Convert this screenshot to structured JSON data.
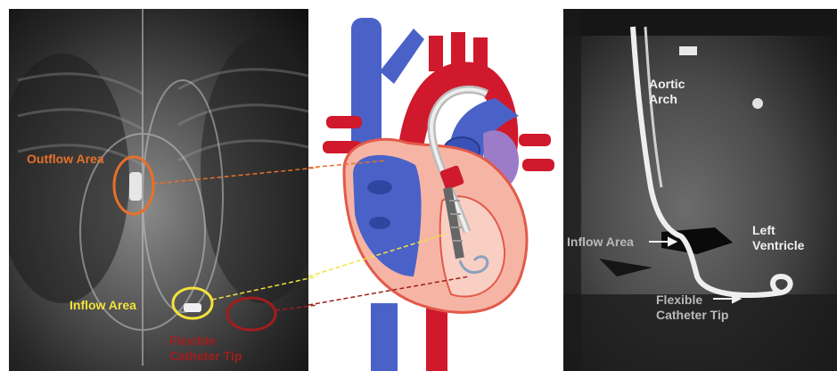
{
  "xray": {
    "outflow_label": "Outflow Area",
    "inflow_label": "Inflow Area",
    "tip_label_line1": "Flexible",
    "tip_label_line2": "Catheter Tip"
  },
  "ct": {
    "aortic_arch_line1": "Aortic",
    "aortic_arch_line2": "Arch",
    "left_ventricle_line1": "Left",
    "left_ventricle_line2": "Ventricle",
    "inflow_label": "Inflow Area",
    "tip_label_line1": "Flexible",
    "tip_label_line2": "Catheter Tip"
  },
  "colors": {
    "outflow": "#e8702a",
    "inflow": "#f2e23a",
    "tip": "#a11d1d",
    "vessel_blue": "#4a62c8",
    "vessel_red": "#d0192c",
    "heart_pink": "#f6b5a4"
  }
}
